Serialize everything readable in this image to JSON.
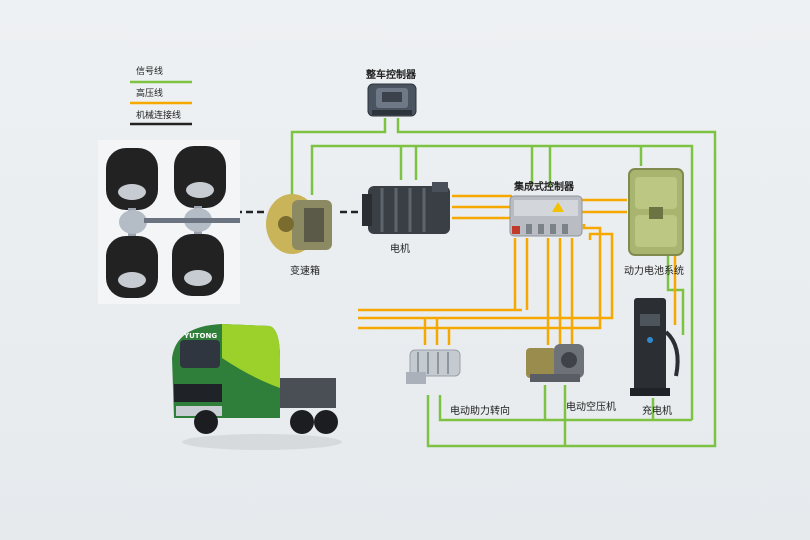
{
  "legend": {
    "signal_line": "信号线",
    "high_voltage_line": "高压线",
    "mechanical_line": "机械连接线",
    "signal_color": "#7dc242",
    "hv_color": "#f6a800",
    "mech_color": "#222222"
  },
  "components": {
    "vcu": "整车控制器",
    "gearbox": "变速箱",
    "motor": "电机",
    "controller": "集成式控制器",
    "battery": "动力电池系统",
    "power_steering": "电动助力转向",
    "air_compressor": "电动空压机",
    "charger": "充电机"
  },
  "truck": {
    "brand": "YUTONG"
  }
}
